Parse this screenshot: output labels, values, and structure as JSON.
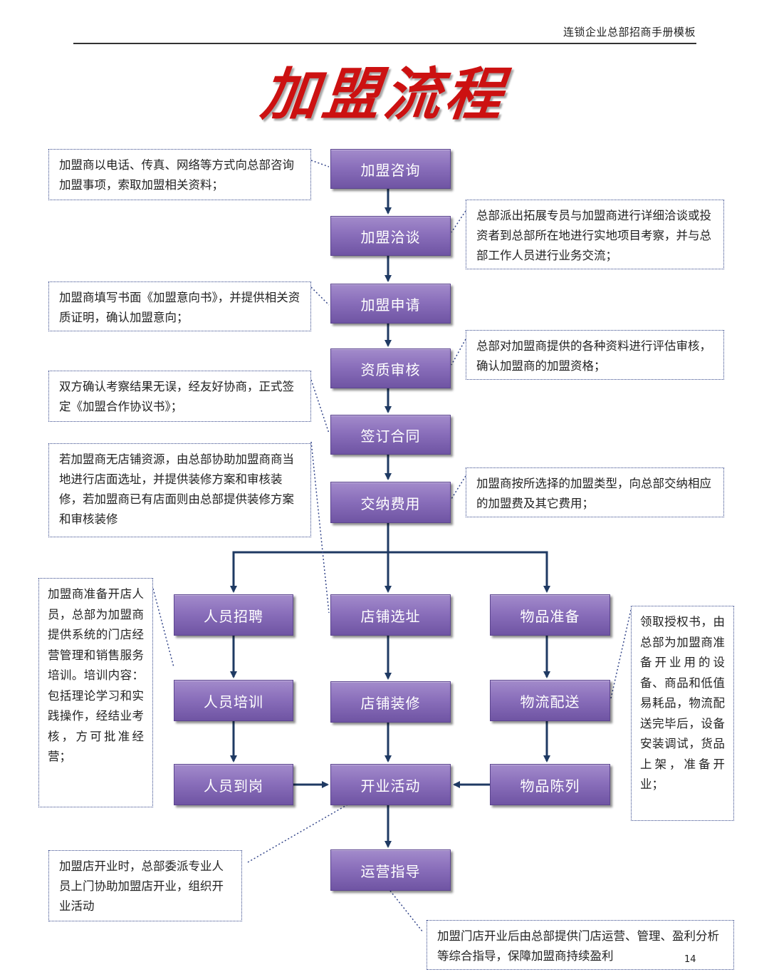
{
  "header": {
    "doc_title": "连锁企业总部招商手册模板"
  },
  "title": "加盟流程",
  "steps": {
    "consult": "加盟咨询",
    "negotiate": "加盟洽谈",
    "apply": "加盟申请",
    "review": "资质审核",
    "contract": "签订合同",
    "fees": "交纳费用",
    "recruit": "人员招聘",
    "site": "店铺选址",
    "goods": "物品准备",
    "training": "人员培训",
    "decoration": "店铺装修",
    "logistics": "物流配送",
    "staff_onboard": "人员到岗",
    "opening": "开业活动",
    "display": "物品陈列",
    "operation": "运营指导"
  },
  "notes": {
    "consult": "加盟商以电话、传真、网络等方式向总部咨询加盟事项，索取加盟相关资料；",
    "negotiate": "总部派出拓展专员与加盟商进行详细洽谈或投资者到总部所在地进行实地项目考察，并与总部工作人员进行业务交流；",
    "apply": "加盟商填写书面《加盟意向书》，并提供相关资质证明，确认加盟意向；",
    "review": "总部对加盟商提供的各种资料进行评估审核，确认加盟商的加盟资格；",
    "contract": "双方确认考察结果无误，经友好协商，正式签定《加盟合作协议书》；",
    "site": "若加盟商无店铺资源，由总部协助加盟商商当地进行店面选址，并提供装修方案和审核装修，若加盟商已有店面则由总部提供装修方案和审核装修",
    "fees": "加盟商按所选择的加盟类型，向总部交纳相应的加盟费及其它费用；",
    "training": "加盟商准备开店人员，总部为加盟商提供系统的门店经营管理和销售服务培训。培训内容：包括理论学习和实践操作，经结业考核，方可批准经营；",
    "goods": "领取授权书，由总部为加盟商准备开业用的设备、商品和低值易耗品，物流配送完毕后，设备安装调试，货品上架，准备开业；",
    "opening": "加盟店开业时，总部委派专业人员上门协助加盟店开业，组织开业活动",
    "operation": "加盟门店开业后由总部提供门店运营、管理、盈利分析等综合指导，保障加盟商持续盈利"
  },
  "page_number": "14",
  "colors": {
    "title": "#cc1111",
    "step_box": "#8a6fbb",
    "arrow": "#1f3a63",
    "note_border": "#34468a"
  }
}
